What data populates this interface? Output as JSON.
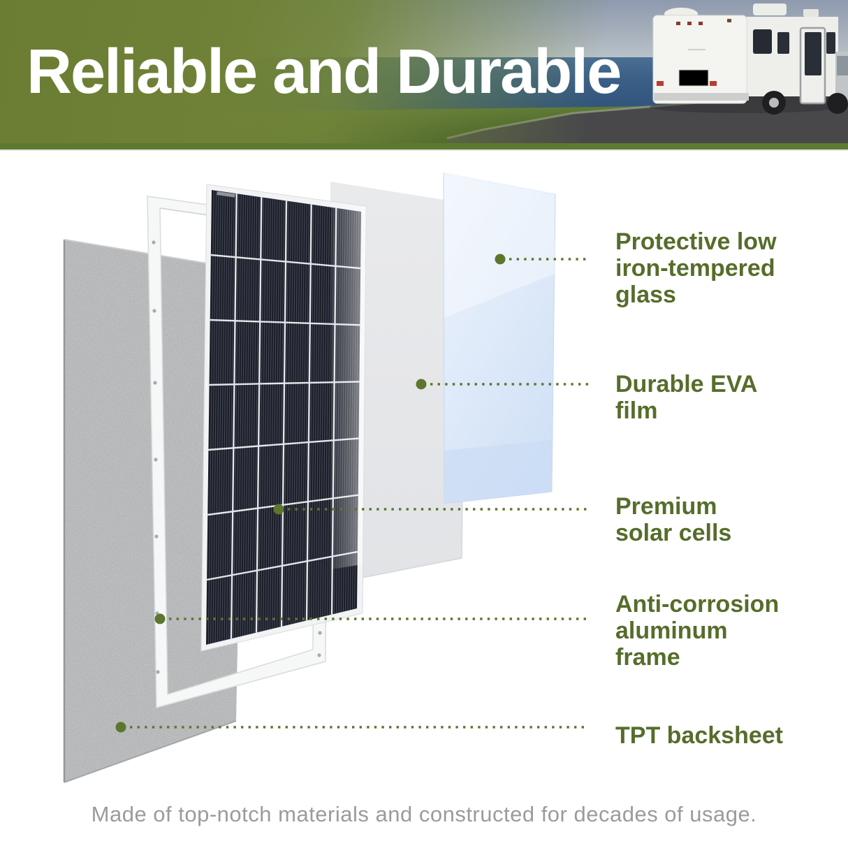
{
  "header": {
    "title": "Reliable and Durable"
  },
  "diagram": {
    "labels": [
      {
        "id": "glass",
        "lines": [
          "Protective low",
          "iron-tempered",
          "glass"
        ]
      },
      {
        "id": "eva",
        "lines": [
          "Durable EVA",
          "film"
        ]
      },
      {
        "id": "cells",
        "lines": [
          "Premium",
          "solar cells"
        ]
      },
      {
        "id": "frame",
        "lines": [
          "Anti-corrosion",
          "aluminum",
          "frame"
        ]
      },
      {
        "id": "backsheet",
        "lines": [
          "TPT backsheet"
        ]
      }
    ]
  },
  "footer": {
    "caption": "Made of top-notch materials and constructed for decades of usage."
  },
  "colors": {
    "label_green": "#566d2b",
    "dot_green": "#5d762d",
    "band_green": "#5d7a30"
  }
}
